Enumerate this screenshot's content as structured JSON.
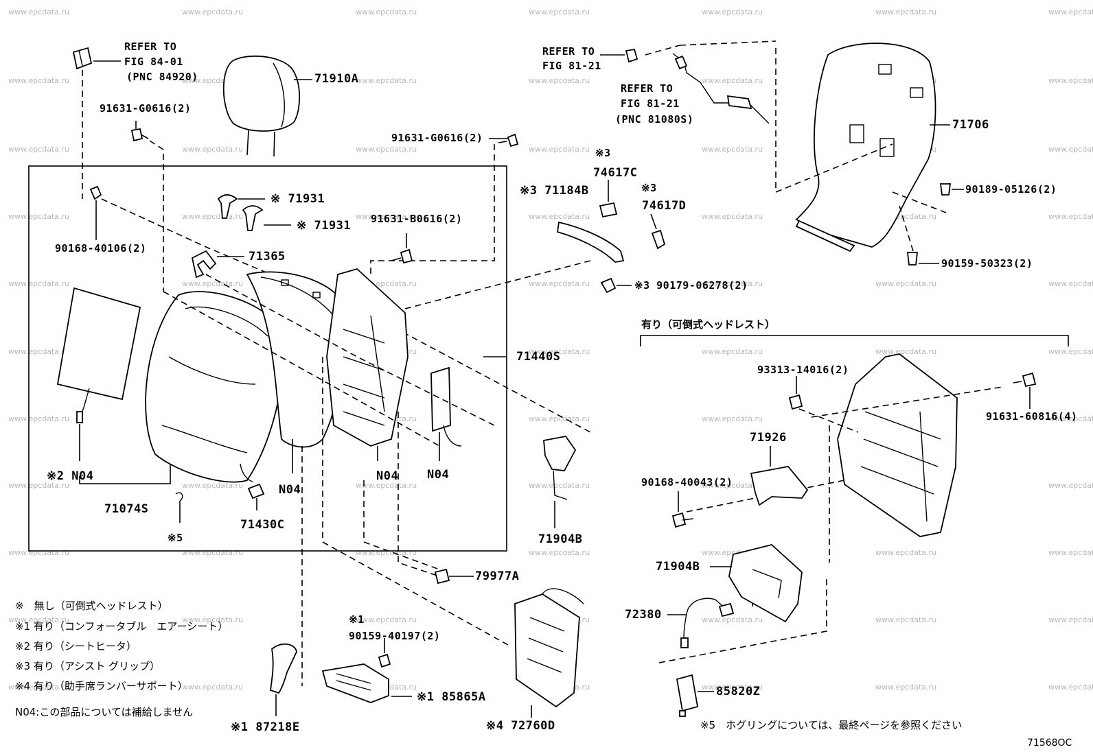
{
  "watermarks": [
    "www.epcdata.ru"
  ],
  "callouts": {
    "refer_84": [
      "REFER TO",
      "FIG 84-01",
      "(PNC 84920)"
    ],
    "refer_81a": [
      "REFER TO",
      "FIG 81-21"
    ],
    "refer_81b": [
      "REFER TO",
      "FIG 81-21",
      "(PNC 81080S)"
    ]
  },
  "parts": {
    "p71910A": "71910A",
    "p91631G0616a": "91631-G0616(2)",
    "p91631G0616b": "91631-G0616(2)",
    "p71706": "71706",
    "p90189": "90189-05126(2)",
    "p90159_50323": "90159-50323(2)",
    "p74617C": "74617C",
    "p74617C_mark": "※3",
    "p71184B": "※3 71184B",
    "p74617D": "74617D",
    "p74617D_mark": "※3",
    "p90179": "※3 90179-06278(2)",
    "p71931a": "※ 71931",
    "p71931b": "※ 71931",
    "p91631B0616": "91631-B0616(2)",
    "p90168_40106": "90168-40106(2)",
    "p71365": "71365",
    "p71440S": "71440S",
    "pN04a": "※2 N04",
    "pN04b": "N04",
    "pN04c": "N04",
    "pN04d": "N04",
    "p71074S": "71074S",
    "p71430C": "71430C",
    "p_mark5": "※5",
    "p71904B_a": "71904B",
    "p79977A": "79977A",
    "p93313": "93313-14016(2)",
    "p91631_60816": "91631-60816(4)",
    "p71926": "71926",
    "p90168_40043": "90168-40043(2)",
    "p71904B_b": "71904B",
    "p72380": "72380",
    "p85820Z": "85820Z",
    "p90159_40197_mark": "※1",
    "p90159_40197": "90159-40197(2)",
    "p85865A": "※1 85865A",
    "p87218E": "※1 87218E",
    "p72760D": "※4 72760D"
  },
  "group_header": "有り（可倒式ヘッドレスト）",
  "legend": [
    "※　無し（可倒式ヘッドレスト）",
    "※1 有り（コンフォータブル　エアーシート）",
    "※2 有り（シートヒータ）",
    "※3 有り（アシスト グリップ）",
    "※4 有り（助手席ランバーサポート）",
    "N04:この部品については補給しません"
  ],
  "hog_ring_note": "※5　ホグリングについては、最終ページを参照ください",
  "figure_code": "71568OC"
}
